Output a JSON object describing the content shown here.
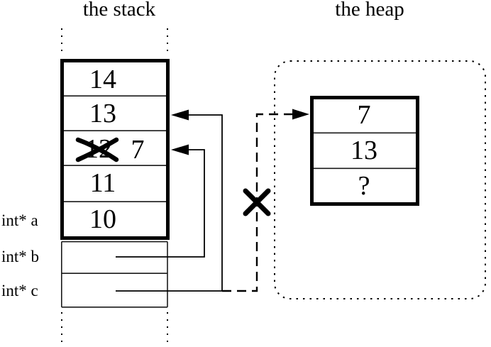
{
  "titles": {
    "stack": "the stack",
    "heap": "the heap"
  },
  "stack": {
    "cells": [
      {
        "value": "14"
      },
      {
        "value": "13"
      },
      {
        "value": "12",
        "crossed_out": true,
        "new_value": "7"
      },
      {
        "value": "11"
      },
      {
        "value": "10"
      }
    ],
    "pointer_labels": [
      {
        "label": "int* a"
      },
      {
        "label": "int* b"
      },
      {
        "label": "int* c"
      }
    ]
  },
  "heap": {
    "cells": [
      {
        "value": "7"
      },
      {
        "value": "13"
      },
      {
        "value": "?"
      }
    ]
  },
  "icons": [
    {
      "name": "crossed-out-value-x-icon",
      "meaning": "old value 12 overwritten"
    },
    {
      "name": "severed-pointer-x-icon",
      "meaning": "dashed heap pointer invalidated"
    }
  ],
  "colors": {
    "ink": "#000000",
    "background": "#ffffff"
  }
}
